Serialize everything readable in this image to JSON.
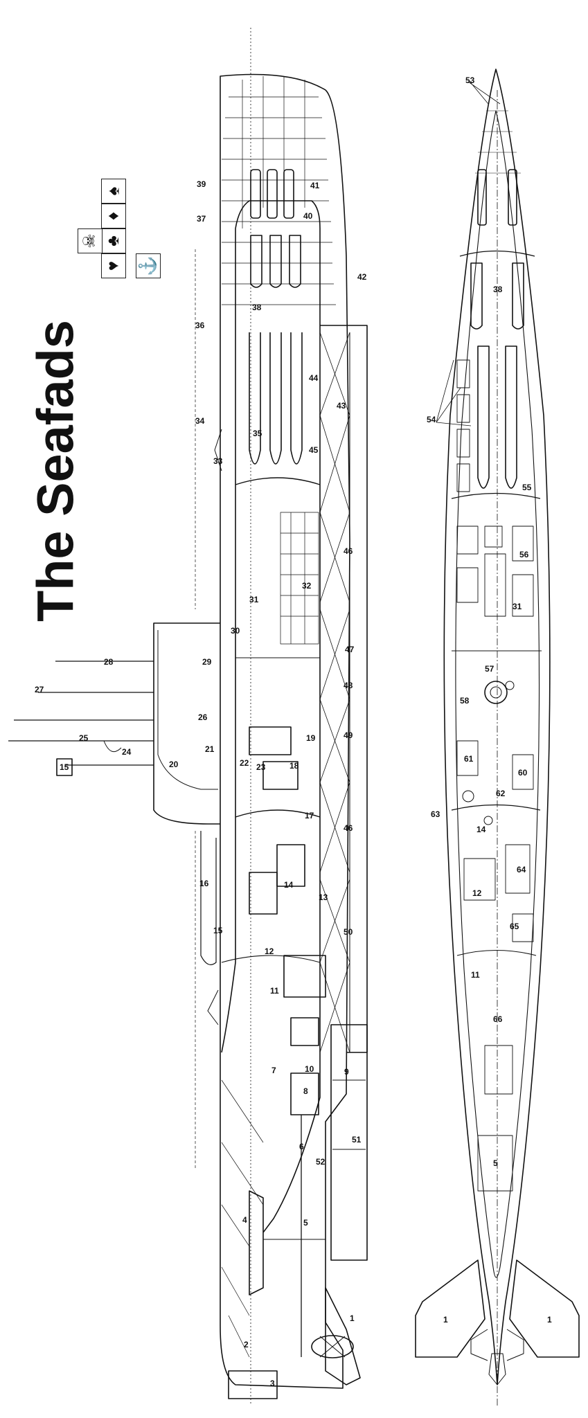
{
  "title": "The Seafads",
  "icons": [
    {
      "name": "spade-icon",
      "glyph": "♠"
    },
    {
      "name": "diamond-icon",
      "glyph": "♦"
    },
    {
      "name": "club-icon",
      "glyph": "♣"
    },
    {
      "name": "heart-icon",
      "glyph": "♥"
    },
    {
      "name": "anchor-icon",
      "glyph": "⚓"
    },
    {
      "name": "skull-emblem-icon",
      "glyph": "☠"
    }
  ],
  "labels_side": [
    "1",
    "2",
    "3",
    "4",
    "5",
    "6",
    "7",
    "8",
    "9",
    "10",
    "11",
    "12",
    "13",
    "14",
    "15",
    "15",
    "16",
    "17",
    "18",
    "19",
    "20",
    "21",
    "22",
    "23",
    "24",
    "25",
    "26",
    "27",
    "28",
    "29",
    "30",
    "31",
    "32",
    "33",
    "34",
    "35",
    "36",
    "37",
    "38",
    "39",
    "40",
    "41",
    "42",
    "43",
    "44",
    "45",
    "46",
    "46",
    "47",
    "48",
    "49",
    "50",
    "51",
    "52"
  ],
  "labels_top": [
    "1",
    "1",
    "5",
    "11",
    "12",
    "14",
    "31",
    "38",
    "53",
    "54",
    "55",
    "56",
    "57",
    "58",
    "60",
    "61",
    "62",
    "63",
    "64",
    "65",
    "66"
  ]
}
